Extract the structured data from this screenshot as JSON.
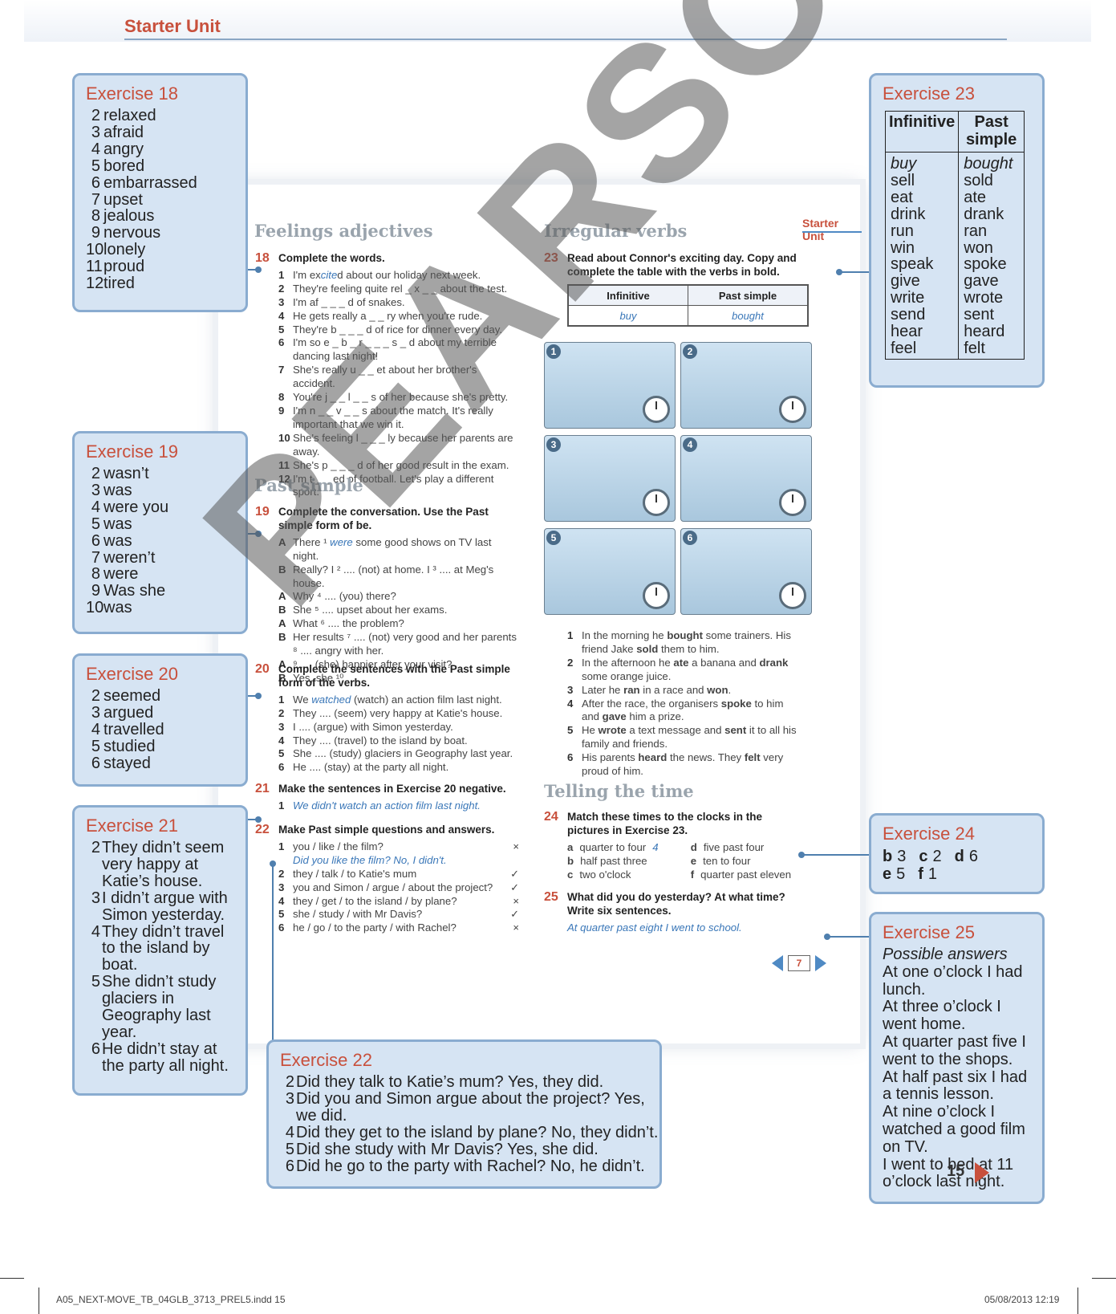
{
  "header": {
    "unit_title": "Starter Unit"
  },
  "student_page": {
    "unit_label": "Starter Unit",
    "page_number": "7",
    "left": {
      "feelings_heading": "Feelings adjectives",
      "ex18": {
        "num": "18",
        "instruction": "Complete the words.",
        "items": [
          {
            "n": "1",
            "pre": "I'm ex",
            "ans": "cite",
            "post": "d about our holiday next week."
          },
          {
            "n": "2",
            "text": "They're feeling quite rel _ x _ _ about the test."
          },
          {
            "n": "3",
            "text": "I'm af _ _ _ d of snakes."
          },
          {
            "n": "4",
            "text": "He gets really a _ _ ry when you're rude."
          },
          {
            "n": "5",
            "text": "They're b _ _ _ d of rice for dinner every day."
          },
          {
            "n": "6",
            "text": "I'm so e _ b _ r _ _ _ s _ d about my terrible dancing last night!"
          },
          {
            "n": "7",
            "text": "She's really u _ _ et about her brother's accident."
          },
          {
            "n": "8",
            "text": "You're j _ _ l _ _ s of her because she's pretty."
          },
          {
            "n": "9",
            "text": "I'm n _ _ v _ _ s about the match. It's really important that we win it."
          },
          {
            "n": "10",
            "text": "She's feeling l _ _ _ ly because her parents are away."
          },
          {
            "n": "11",
            "text": "She's p _ _ _ d of her good result in the exam."
          },
          {
            "n": "12",
            "text": "I'm t _ _ ed of football. Let's play a different sport."
          }
        ]
      },
      "past_heading": "Past simple",
      "ex19": {
        "num": "19",
        "instruction": "Complete the conversation. Use the Past simple form of be.",
        "lines": [
          {
            "s": "A",
            "pre": "There ¹ ",
            "ans": "were",
            "post": " some good shows on TV last night."
          },
          {
            "s": "B",
            "text": "Really? I ² .... (not) at home. I ³ .... at Meg's house."
          },
          {
            "s": "A",
            "text": "Why ⁴ .... (you) there?"
          },
          {
            "s": "B",
            "text": "She ⁵ .... upset about her exams."
          },
          {
            "s": "A",
            "text": "What ⁶ .... the problem?"
          },
          {
            "s": "B",
            "text": "Her results ⁷ .... (not) very good and her parents ⁸ .... angry with her."
          },
          {
            "s": "A",
            "text": "⁹ .... (she) happier after your visit?"
          },
          {
            "s": "B",
            "text": "Yes, she ¹⁰ .... ."
          }
        ]
      },
      "ex20": {
        "num": "20",
        "instruction": "Complete the sentences with the Past simple form of the verbs.",
        "items": [
          {
            "n": "1",
            "pre": "We ",
            "ans": "watched",
            "post": " (watch) an action film last night."
          },
          {
            "n": "2",
            "text": "They .... (seem) very happy at Katie's house."
          },
          {
            "n": "3",
            "text": "I .... (argue) with Simon yesterday."
          },
          {
            "n": "4",
            "text": "They .... (travel) to the island by boat."
          },
          {
            "n": "5",
            "text": "She .... (study) glaciers in Geography last year."
          },
          {
            "n": "6",
            "text": "He .... (stay) at the party all night."
          }
        ]
      },
      "ex21": {
        "num": "21",
        "instruction": "Make the sentences in Exercise 20 negative.",
        "items": [
          {
            "n": "1",
            "ans": "We didn't watch an action film last night."
          }
        ]
      },
      "ex22": {
        "num": "22",
        "instruction": "Make Past simple questions and answers.",
        "items": [
          {
            "n": "1",
            "text": "you / like / the film?",
            "mark": "×"
          },
          {
            "n": "",
            "ans": "Did you like the film? No, I didn't."
          },
          {
            "n": "2",
            "text": "they / talk / to Katie's mum",
            "mark": "✓"
          },
          {
            "n": "3",
            "text": "you and Simon / argue / about the project?",
            "mark": "✓"
          },
          {
            "n": "4",
            "text": "they / get / to the island / by plane?",
            "mark": "×"
          },
          {
            "n": "5",
            "text": "she / study / with Mr Davis?",
            "mark": "✓"
          },
          {
            "n": "6",
            "text": "he / go / to the party / with Rachel?",
            "mark": "×"
          }
        ]
      }
    },
    "right": {
      "irregular_heading": "Irregular verbs",
      "ex23": {
        "num": "23",
        "instruction": "Read about Connor's exciting day. Copy and complete the table with the verbs in bold.",
        "table_head": [
          "Infinitive",
          "Past simple"
        ],
        "table_row": [
          "buy",
          "bought"
        ],
        "pictures": [
          "1",
          "2",
          "3",
          "4",
          "5",
          "6"
        ],
        "story": [
          {
            "n": "1",
            "html": "In the morning he <b>bought</b> some trainers. His friend Jake <b>sold</b> them to him."
          },
          {
            "n": "2",
            "html": "In the afternoon he <b>ate</b> a banana and <b>drank</b> some orange juice."
          },
          {
            "n": "3",
            "html": "Later he <b>ran</b> in a race and <b>won</b>."
          },
          {
            "n": "4",
            "html": "After the race, the organisers <b>spoke</b> to him and <b>gave</b> him a prize."
          },
          {
            "n": "5",
            "html": "He <b>wrote</b> a text message and <b>sent</b> it to all his family and friends."
          },
          {
            "n": "6",
            "html": "His parents <b>heard</b> the news. They <b>felt</b> very proud of him."
          }
        ]
      },
      "time_heading": "Telling the time",
      "ex24": {
        "num": "24",
        "instruction": "Match these times to the clocks in the pictures in Exercise 23.",
        "col1": [
          {
            "l": "a",
            "t": "quarter to four",
            "ans": "4"
          },
          {
            "l": "b",
            "t": "half past three"
          },
          {
            "l": "c",
            "t": "two o'clock"
          }
        ],
        "col2": [
          {
            "l": "d",
            "t": "five past four"
          },
          {
            "l": "e",
            "t": "ten to four"
          },
          {
            "l": "f",
            "t": "quarter past eleven"
          }
        ]
      },
      "ex25": {
        "num": "25",
        "instruction": "What did you do yesterday? At what time? Write six sentences.",
        "example": "At quarter past eight I went to school."
      }
    }
  },
  "answers": {
    "ex18": {
      "title": "Exercise 18",
      "items": [
        {
          "n": "2",
          "t": "relaxed"
        },
        {
          "n": "3",
          "t": "afraid"
        },
        {
          "n": "4",
          "t": "angry"
        },
        {
          "n": "5",
          "t": "bored"
        },
        {
          "n": "6",
          "t": "embarrassed"
        },
        {
          "n": "7",
          "t": "upset"
        },
        {
          "n": "8",
          "t": "jealous"
        },
        {
          "n": "9",
          "t": "nervous"
        },
        {
          "n": "10",
          "t": "lonely"
        },
        {
          "n": "11",
          "t": "proud"
        },
        {
          "n": "12",
          "t": "tired"
        }
      ]
    },
    "ex19": {
      "title": "Exercise 19",
      "items": [
        {
          "n": "2",
          "t": "wasn’t"
        },
        {
          "n": "3",
          "t": "was"
        },
        {
          "n": "4",
          "t": "were you"
        },
        {
          "n": "5",
          "t": "was"
        },
        {
          "n": "6",
          "t": "was"
        },
        {
          "n": "7",
          "t": "weren’t"
        },
        {
          "n": "8",
          "t": "were"
        },
        {
          "n": "9",
          "t": "Was she"
        },
        {
          "n": "10",
          "t": "was"
        }
      ]
    },
    "ex20": {
      "title": "Exercise 20",
      "items": [
        {
          "n": "2",
          "t": "seemed"
        },
        {
          "n": "3",
          "t": "argued"
        },
        {
          "n": "4",
          "t": "travelled"
        },
        {
          "n": "5",
          "t": "studied"
        },
        {
          "n": "6",
          "t": "stayed"
        }
      ]
    },
    "ex21": {
      "title": "Exercise 21",
      "items": [
        {
          "n": "2",
          "t": "They didn’t seem very happy at Katie’s house."
        },
        {
          "n": "3",
          "t": "I didn’t argue with Simon yesterday."
        },
        {
          "n": "4",
          "t": "They didn’t travel to the island by boat."
        },
        {
          "n": "5",
          "t": "She didn’t study glaciers in Geography last year."
        },
        {
          "n": "6",
          "t": "He didn’t stay at the party all night."
        }
      ]
    },
    "ex22": {
      "title": "Exercise 22",
      "items": [
        {
          "n": "2",
          "t": "Did they talk to Katie’s mum? Yes, they did."
        },
        {
          "n": "3",
          "t": "Did you and Simon argue about the project? Yes, we did."
        },
        {
          "n": "4",
          "t": "Did they get to the island by plane? No, they didn’t."
        },
        {
          "n": "5",
          "t": "Did she study with Mr Davis? Yes, she did."
        },
        {
          "n": "6",
          "t": "Did he go to the party with Rachel? No, he didn’t."
        }
      ]
    },
    "ex23": {
      "title": "Exercise 23",
      "head": [
        "Infinitive",
        "Past simple"
      ],
      "infinitives": [
        "buy",
        "sell",
        "eat",
        "drink",
        "run",
        "win",
        "speak",
        "give",
        "write",
        "send",
        "hear",
        "feel"
      ],
      "past": [
        "bought",
        "sold",
        "ate",
        "drank",
        "ran",
        "won",
        "spoke",
        "gave",
        "wrote",
        "sent",
        "heard",
        "felt"
      ]
    },
    "ex24": {
      "title": "Exercise 24",
      "row1": [
        [
          "b",
          "3"
        ],
        [
          "c",
          "2"
        ],
        [
          "d",
          "6"
        ]
      ],
      "row2": [
        [
          "e",
          "5"
        ],
        [
          "f",
          "1"
        ]
      ]
    },
    "ex25": {
      "title": "Exercise 25",
      "subtitle": "Possible answers",
      "lines": [
        "At one o’clock I had lunch.",
        "At three o’clock I went home.",
        "At quarter past five I went to the shops.",
        "At half past six I had a tennis lesson.",
        "At nine o’clock I watched a good film on TV.",
        "I went to bed at 11 o’clock last night."
      ]
    }
  },
  "watermark": "PEARSON",
  "page_number": "15",
  "footer": {
    "file": "A05_NEXT-MOVE_TB_04GLB_3713_PREL5.indd   15",
    "date": "05/08/2013   12:19"
  },
  "colors": {
    "accent_red": "#c8503c",
    "box_fill": "#d6e4f3",
    "box_border": "#8aacd0",
    "answer_blue": "#3a77b8"
  }
}
